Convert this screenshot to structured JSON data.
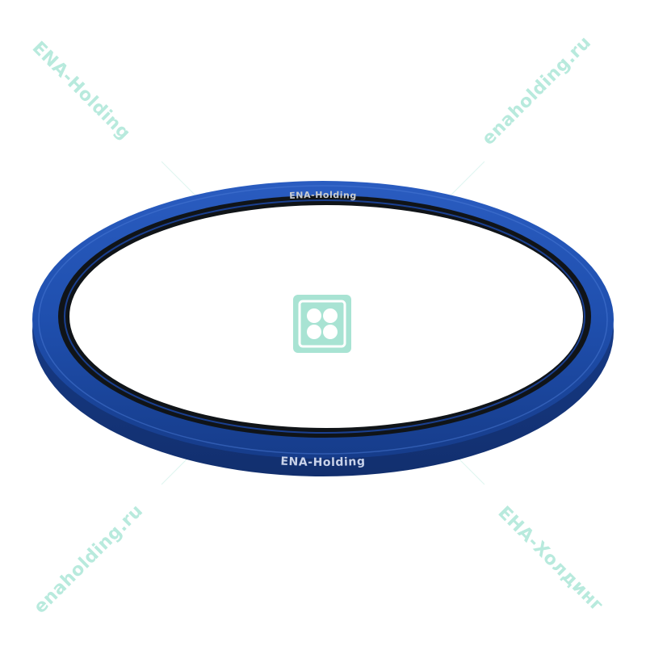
{
  "watermarks": {
    "top_left": "ENA-Holding",
    "top_right": "enaholding.ru",
    "bottom_left": "enaholding.ru",
    "bottom_right": "ЕНА-Холдинг"
  },
  "seal": {
    "top_text": "ENA-Holding",
    "bottom_text": "ENA-Holding"
  },
  "colors": {
    "background": "#ffffff",
    "watermark": "#7fd9c3",
    "seal_blue": "#1f4fae",
    "seal_blue_dark": "#163c8a",
    "seal_black": "#101418",
    "logo_tile": "#9fe0cf"
  },
  "icons": {
    "center_logo": "four-petal-logo-icon"
  }
}
